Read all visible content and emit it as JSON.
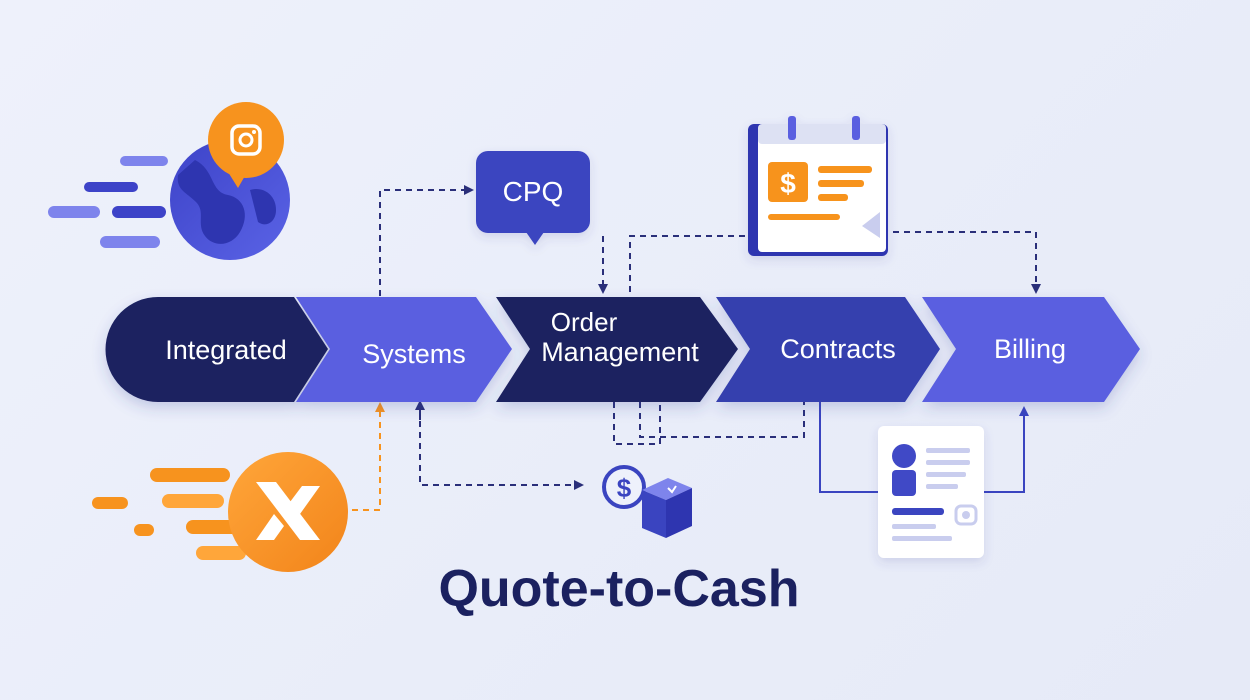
{
  "title": "Quote-to-Cash",
  "cpq_label": "CPQ",
  "stages": [
    {
      "label": "Integrated",
      "color": "#1b2160"
    },
    {
      "label": "Systems",
      "color": "#5a5fe0"
    },
    {
      "label_lines": [
        "Order",
        "Management"
      ],
      "color": "#1b2160"
    },
    {
      "label": "Contracts",
      "color": "#353fae"
    },
    {
      "label": "Billing",
      "color": "#5a5fe0"
    }
  ],
  "icons": {
    "globe": "globe-chat-icon",
    "orange_logo": "orange-logo-icon",
    "invoice": "invoice-calendar-icon",
    "payment": "dollar-box-icon",
    "profile": "profile-document-icon"
  },
  "colors": {
    "navy": "#1b2160",
    "indigo": "#353fae",
    "violet": "#5a5fe0",
    "orange": "#f7931e",
    "title": "#1b2160",
    "connector": "#2a2f7a"
  }
}
